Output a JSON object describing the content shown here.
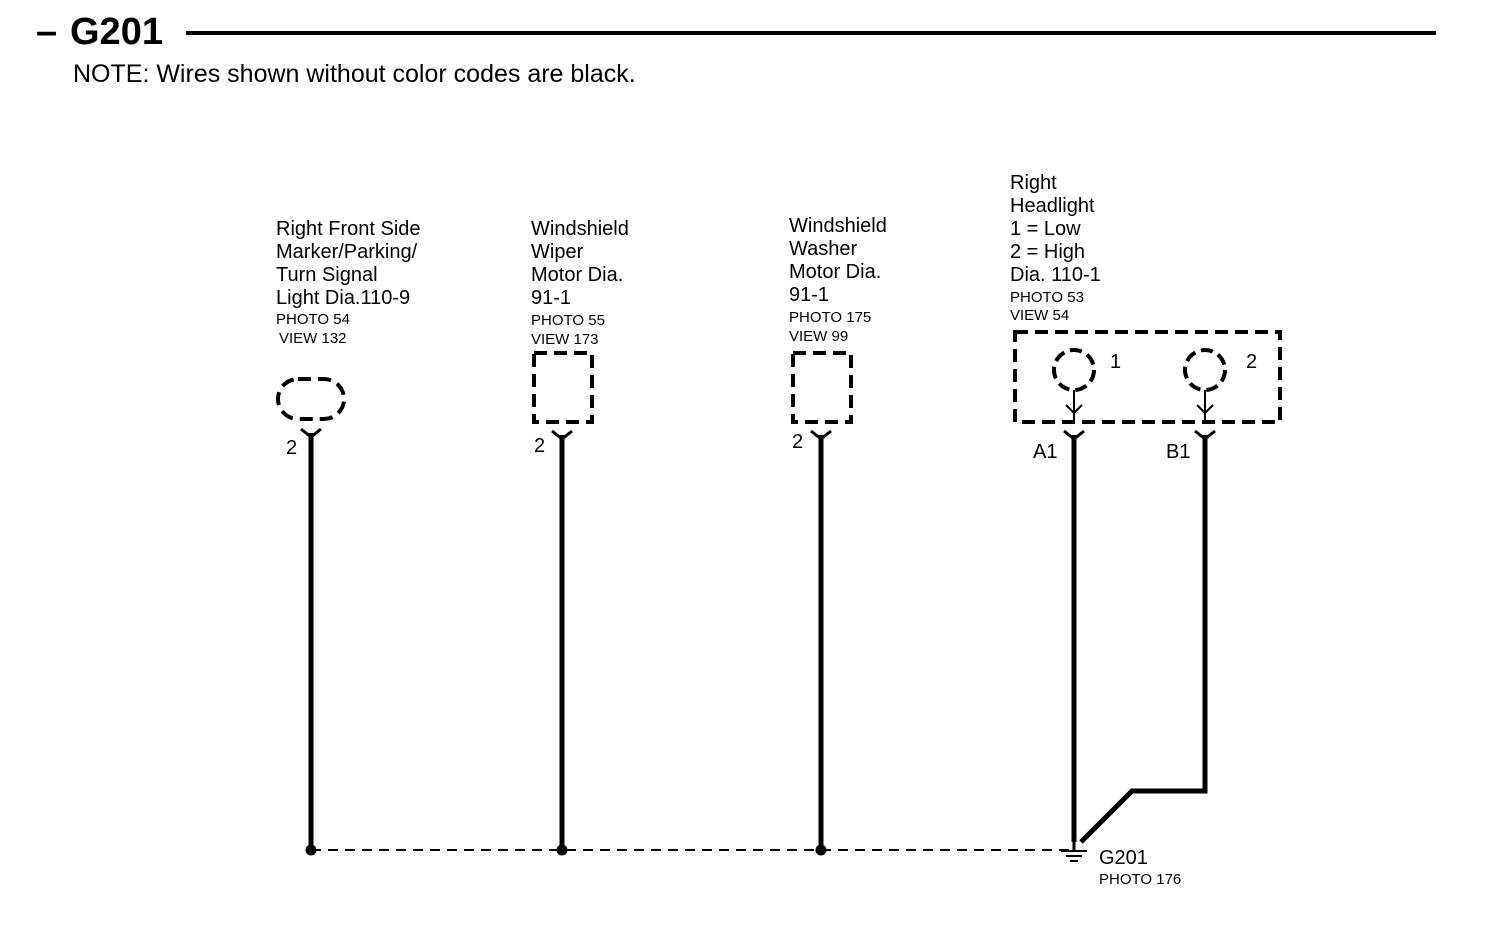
{
  "header": {
    "dash": "–",
    "title": "G201",
    "note": "NOTE: Wires shown without color codes are black."
  },
  "components": [
    {
      "id": "rf-side-marker",
      "label_lines": [
        "Right Front Side",
        "Marker/Parking/",
        "Turn Signal",
        "Light  Dia.110-9"
      ],
      "photo": "PHOTO 54",
      "view": "VIEW 132",
      "pin": "2"
    },
    {
      "id": "wiper-motor",
      "label_lines": [
        "Windshield",
        "Wiper",
        "Motor Dia.",
        "91-1"
      ],
      "photo": "PHOTO 55",
      "view": "VIEW 173",
      "pin": "2"
    },
    {
      "id": "washer-motor",
      "label_lines": [
        "Windshield",
        "Washer",
        "Motor Dia.",
        "91-1"
      ],
      "photo": "PHOTO 175",
      "view": "VIEW 99",
      "pin": "2"
    },
    {
      "id": "right-headlight",
      "label_lines": [
        "Right",
        "Headlight",
        "1 = Low",
        "2 = High",
        "Dia. 110-1"
      ],
      "photo": "PHOTO 53",
      "view": "VIEW 54",
      "bulbs": [
        "1",
        "2"
      ],
      "pins": [
        "A1",
        "B1"
      ]
    }
  ],
  "ground": {
    "name": "G201",
    "photo": "PHOTO 176"
  }
}
